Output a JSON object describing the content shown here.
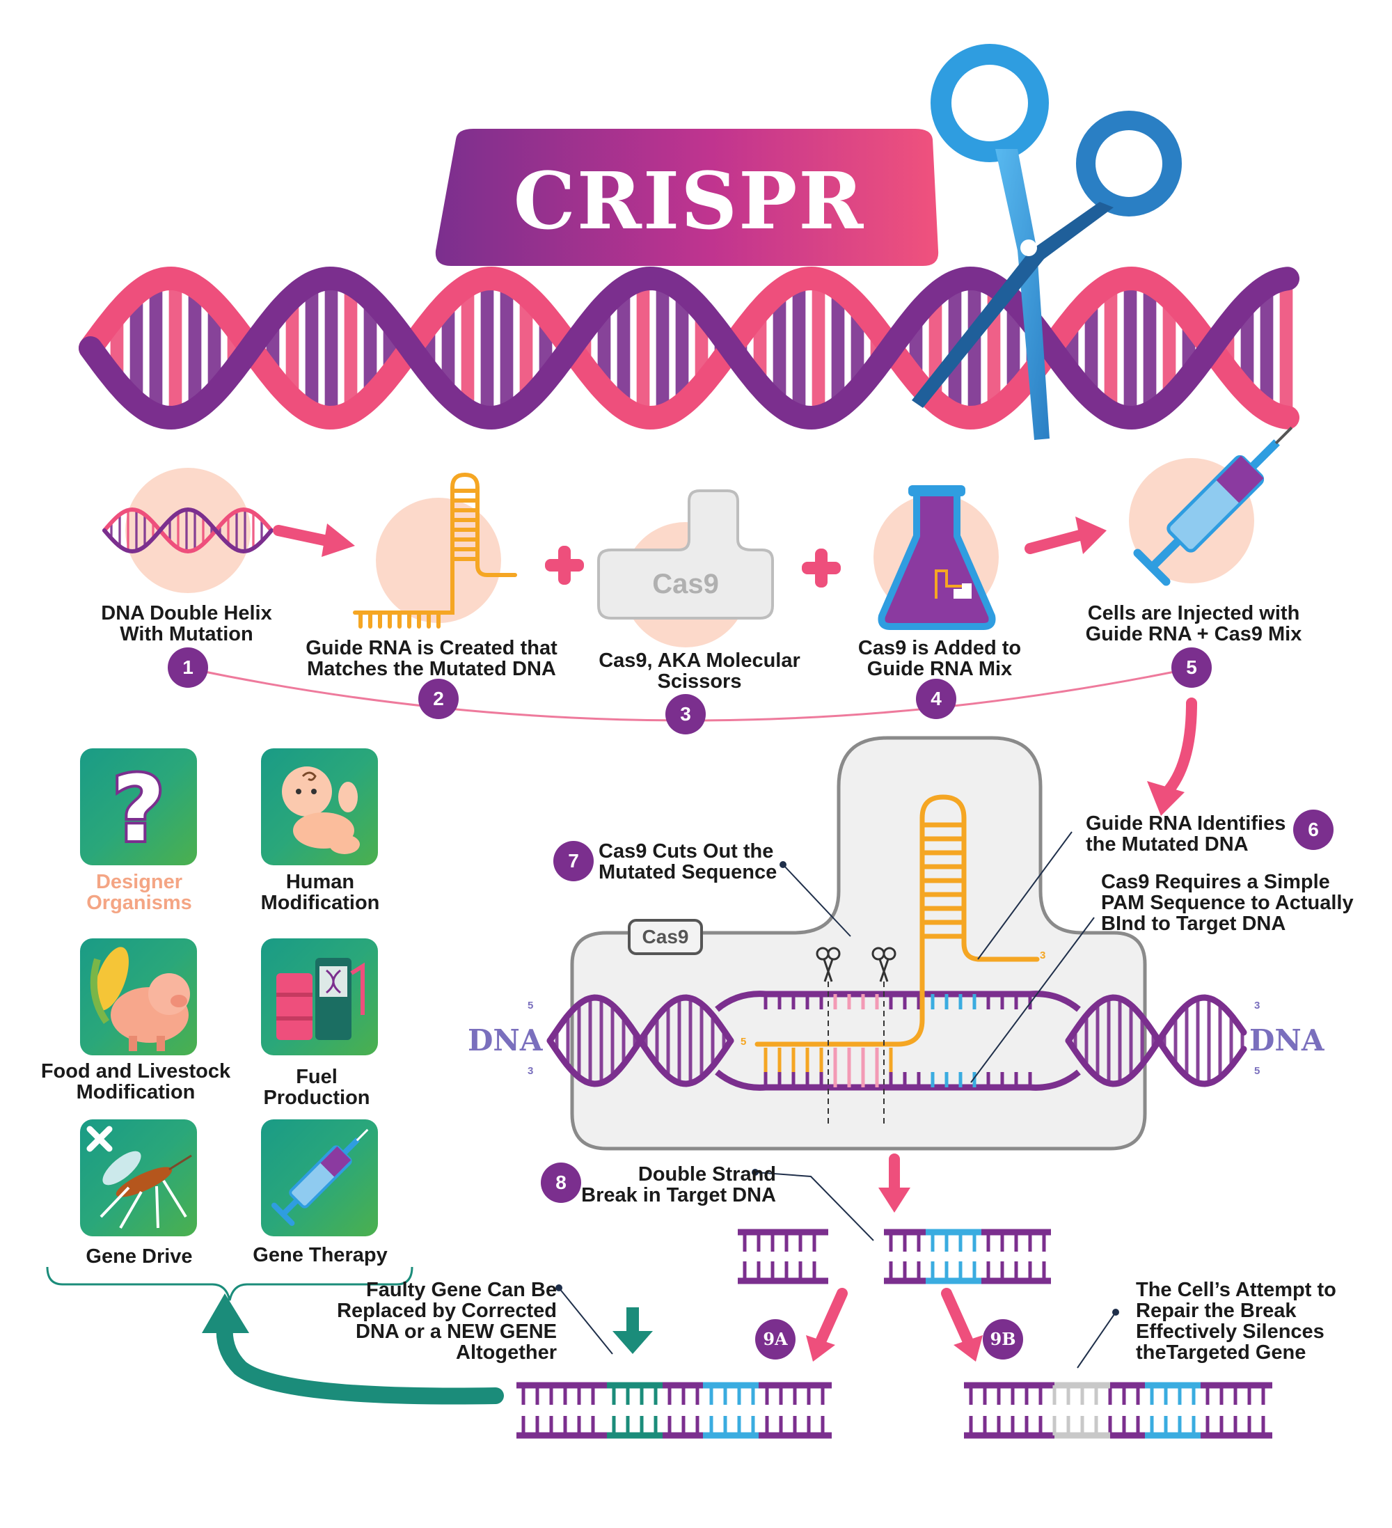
{
  "title": "CRISPR",
  "steps": [
    {
      "number": "1",
      "label": "DNA Double Helix\nWith Mutation"
    },
    {
      "number": "2",
      "label": "Guide RNA is Created that\nMatches the Mutated DNA"
    },
    {
      "number": "3",
      "label": "Cas9, AKA Molecular\nScissors"
    },
    {
      "number": "4",
      "label": "Cas9 is Added to\nGuide RNA Mix"
    },
    {
      "number": "5",
      "label": "Cells are Injected with\nGuide RNA + Cas9 Mix"
    }
  ],
  "cas9_box_label": "Cas9",
  "applications": [
    {
      "label": "Designer\nOrganisms",
      "icon": "question-mark-icon",
      "color": "#f4a584"
    },
    {
      "label": "Human\nModification",
      "icon": "baby-icon",
      "color": "#1a1a1a"
    },
    {
      "label": "Food and Livestock\nModification",
      "icon": "corn-pig-icon",
      "color": "#1a1a1a"
    },
    {
      "label": "Fuel\nProduction",
      "icon": "fuel-barrels-icon",
      "color": "#1a1a1a"
    },
    {
      "label": "Gene Drive",
      "icon": "mosquito-icon",
      "color": "#1a1a1a"
    },
    {
      "label": "Gene Therapy",
      "icon": "syringe-icon",
      "color": "#1a1a1a"
    }
  ],
  "mechanism": {
    "step6": {
      "number": "6",
      "label": "Guide RNA Identifies\nthe Mutated DNA"
    },
    "step7": {
      "number": "7",
      "label": "Cas9 Cuts Out the\nMutated Sequence"
    },
    "pam_label": "Cas9 Requires a Simple\nPAM Sequence to Actually\nBInd to Target DNA",
    "cas9_tag": "Cas9",
    "dna_left": "DNA",
    "dna_right": "DNA",
    "end_left_top": "5",
    "end_left_bottom": "3",
    "end_right_top": "3",
    "end_right_bottom": "5",
    "rna_5": "5",
    "rna_3": "3"
  },
  "step8": {
    "number": "8",
    "label": "Double Strand\nBreak in Target DNA"
  },
  "step9a": {
    "number": "9A",
    "label": "Faulty Gene Can Be\nReplaced by Corrected\nDNA or a NEW GENE\nAltogether"
  },
  "step9b": {
    "number": "9B",
    "label": "The Cell’s Attempt to\nRepair the Break\nEffectively Silences\ntheTargeted Gene"
  },
  "colors": {
    "purple": "#7b2f8e",
    "pink": "#ee4f7c",
    "orange": "#f5a623",
    "blue": "#3aace0",
    "teal": "#1b8c7a",
    "grey": "#c8c8c8"
  }
}
